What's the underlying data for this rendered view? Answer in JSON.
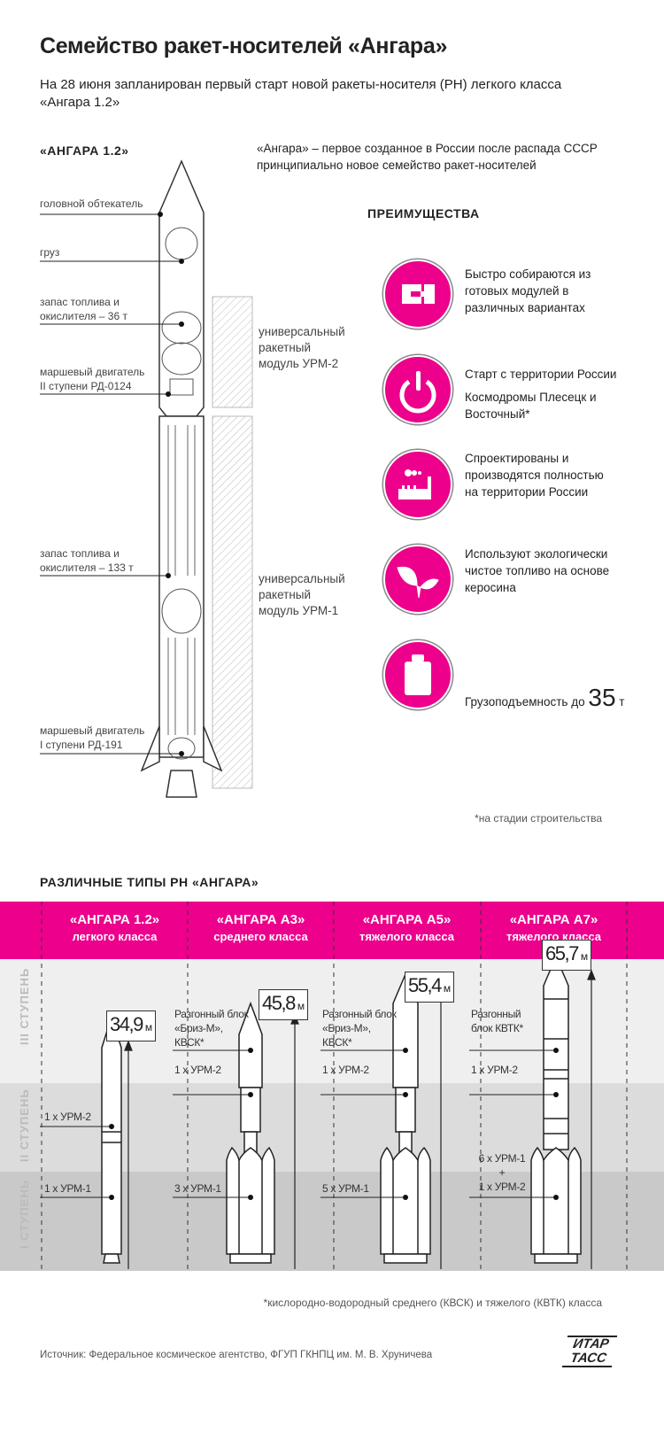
{
  "title": "Семейство ракет-носителей «Ангара»",
  "subtitle": "На 28 июня запланирован первый старт новой ракеты-носителя (РН) легкого класса «Ангара 1.2»",
  "scheme": {
    "heading": "«АНГАРА 1.2»",
    "description": "«Ангара» – первое созданное в России после распада СССР принципиально новое семейство ракет-носителей",
    "labels": [
      "головной обтекатель",
      "груз",
      "запас топлива и окислителя – 36 т",
      "маршевый двигатель II ступени РД-0124",
      "запас топлива и окислителя – 133 т",
      "маршевый двигатель I ступени РД-191"
    ],
    "modules": [
      "универсальный ракетный модуль УРМ-2",
      "универсальный ракетный модуль УРМ-1"
    ]
  },
  "advantages": {
    "heading": "ПРЕИМУЩЕСТВА",
    "items": [
      {
        "icon": "modules-icon",
        "text": "Быстро собираются из готовых модулей в различных вариантах"
      },
      {
        "icon": "power-icon",
        "text": "Старт с территории России",
        "text2": "Космодромы Плесецк и Восточный*"
      },
      {
        "icon": "factory-icon",
        "text": "Спроектированы и производятся полностью на территории России"
      },
      {
        "icon": "leaf-icon",
        "text": "Используют экологически чистое топливо на основе керосина"
      },
      {
        "icon": "weight-icon",
        "text": "Грузоподъемность до",
        "value": "35",
        "unit": "т"
      }
    ],
    "footnote": "*на стадии строительства"
  },
  "types": {
    "heading": "РАЗЛИЧНЫЕ ТИПЫ РН «АНГАРА»",
    "stages": [
      "III СТУПЕНЬ",
      "II СТУПЕНЬ",
      "I СТУПЕНЬ"
    ],
    "columns": [
      {
        "name": "«АНГАРА 1.2»",
        "class": "легкого класса",
        "height": "34,9",
        "unit": "м",
        "s2": "1 x УРМ-2",
        "s1": "1 x УРМ-1"
      },
      {
        "name": "«АНГАРА А3»",
        "class": "среднего класса",
        "height": "45,8",
        "unit": "м",
        "s3": "Разгонный блок «Бриз-М», КВСК*",
        "s2": "1 x УРМ-2",
        "s1": "3 x УРМ-1"
      },
      {
        "name": "«АНГАРА А5»",
        "class": "тяжелого класса",
        "height": "55,4",
        "unit": "м",
        "s3": "Разгонный блок «Бриз-М», КВСК*",
        "s2": "1 x УРМ-2",
        "s1": "5 x УРМ-1"
      },
      {
        "name": "«АНГАРА А7»",
        "class": "тяжелого класса",
        "height": "65,7",
        "unit": "м",
        "s3": "Разгонный блок КВТК*",
        "s2": "1 x УРМ-2",
        "s1": "6 x УРМ-1",
        "s1plus": "+",
        "s1b": "1 x УРМ-2"
      }
    ],
    "footnote": "*кислородно-водородный среднего (КВСК) и тяжелого (КВТК) класса"
  },
  "source": "Источник: Федеральное космическое агентство, ФГУП ГКНПЦ им. М. В. Хруничева",
  "logo": "ИТАР ТАСС",
  "colors": {
    "accent": "#ec008c"
  }
}
